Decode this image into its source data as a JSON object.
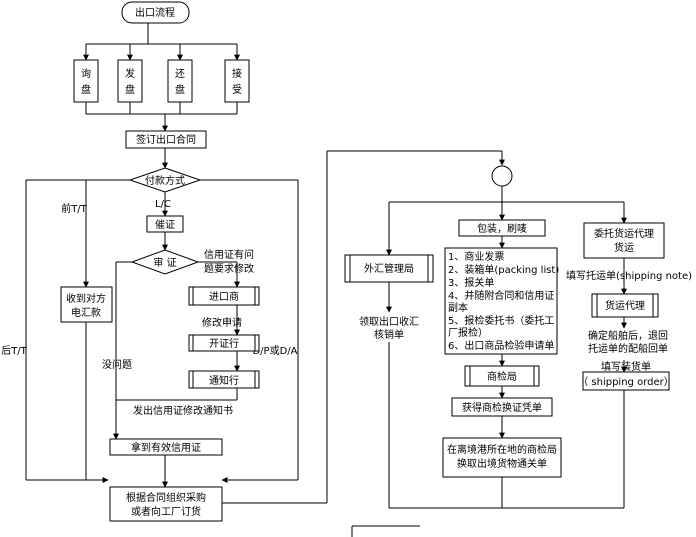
{
  "diagram": {
    "title": "出口流程",
    "steps": {
      "inquiry": [
        "询",
        "盘"
      ],
      "offer": [
        "发",
        "盘"
      ],
      "counter_offer": [
        "还",
        "盘"
      ],
      "acceptance": [
        "接",
        "受"
      ],
      "sign_contract": "签订出口合同",
      "payment_method": "付款方式",
      "label_pre_tt": "前T/T",
      "label_lc": "L/C",
      "label_post_tt": "后T/T",
      "label_dpda": "D/P或D/A",
      "receive_remittance": [
        "收到对方",
        "电汇款"
      ],
      "urge_lc": "催证",
      "review_lc": "审  证",
      "lc_problem": [
        "信用证有问",
        "题要求修改"
      ],
      "importer": "进口商",
      "amend_request": "修改申请",
      "issuing_bank": "开证行",
      "advising_bank": "通知行",
      "no_problem": "没问题",
      "issue_amendment": "发出信用证修改通知书",
      "valid_lc": "拿到有效信用证",
      "purchase": [
        "根据合同组织采购",
        "或者向工厂订货"
      ],
      "packing": "包装，刷唛",
      "forex_bureau": "外汇管理局",
      "verification_form": [
        "领取出口收汇",
        "核销单"
      ],
      "documents": [
        "1、商业发票",
        "2、装箱单(packing list)",
        "3、报关单",
        "4、并随附合同和信用证",
        "副本",
        "5、报检委托书（委托工",
        "厂报检）",
        "6、出口商品检验申请单"
      ],
      "inspection_bureau": "商检局",
      "inspection_certificate": "获得商检换证凭单",
      "port_inspection": [
        "在离境港所在地的商检局",
        "换取出境货物通关单"
      ],
      "entrust_forwarder": [
        "委托货运代理",
        "货运"
      ],
      "fill_shipping_note": "填写托运单(shipping note)",
      "forwarder": "货运代理",
      "confirm_return": [
        "确定船舶后，退回",
        "托运单的配船回单"
      ],
      "shipping_order": [
        "填写装货单",
        "（ shipping order）"
      ]
    }
  }
}
